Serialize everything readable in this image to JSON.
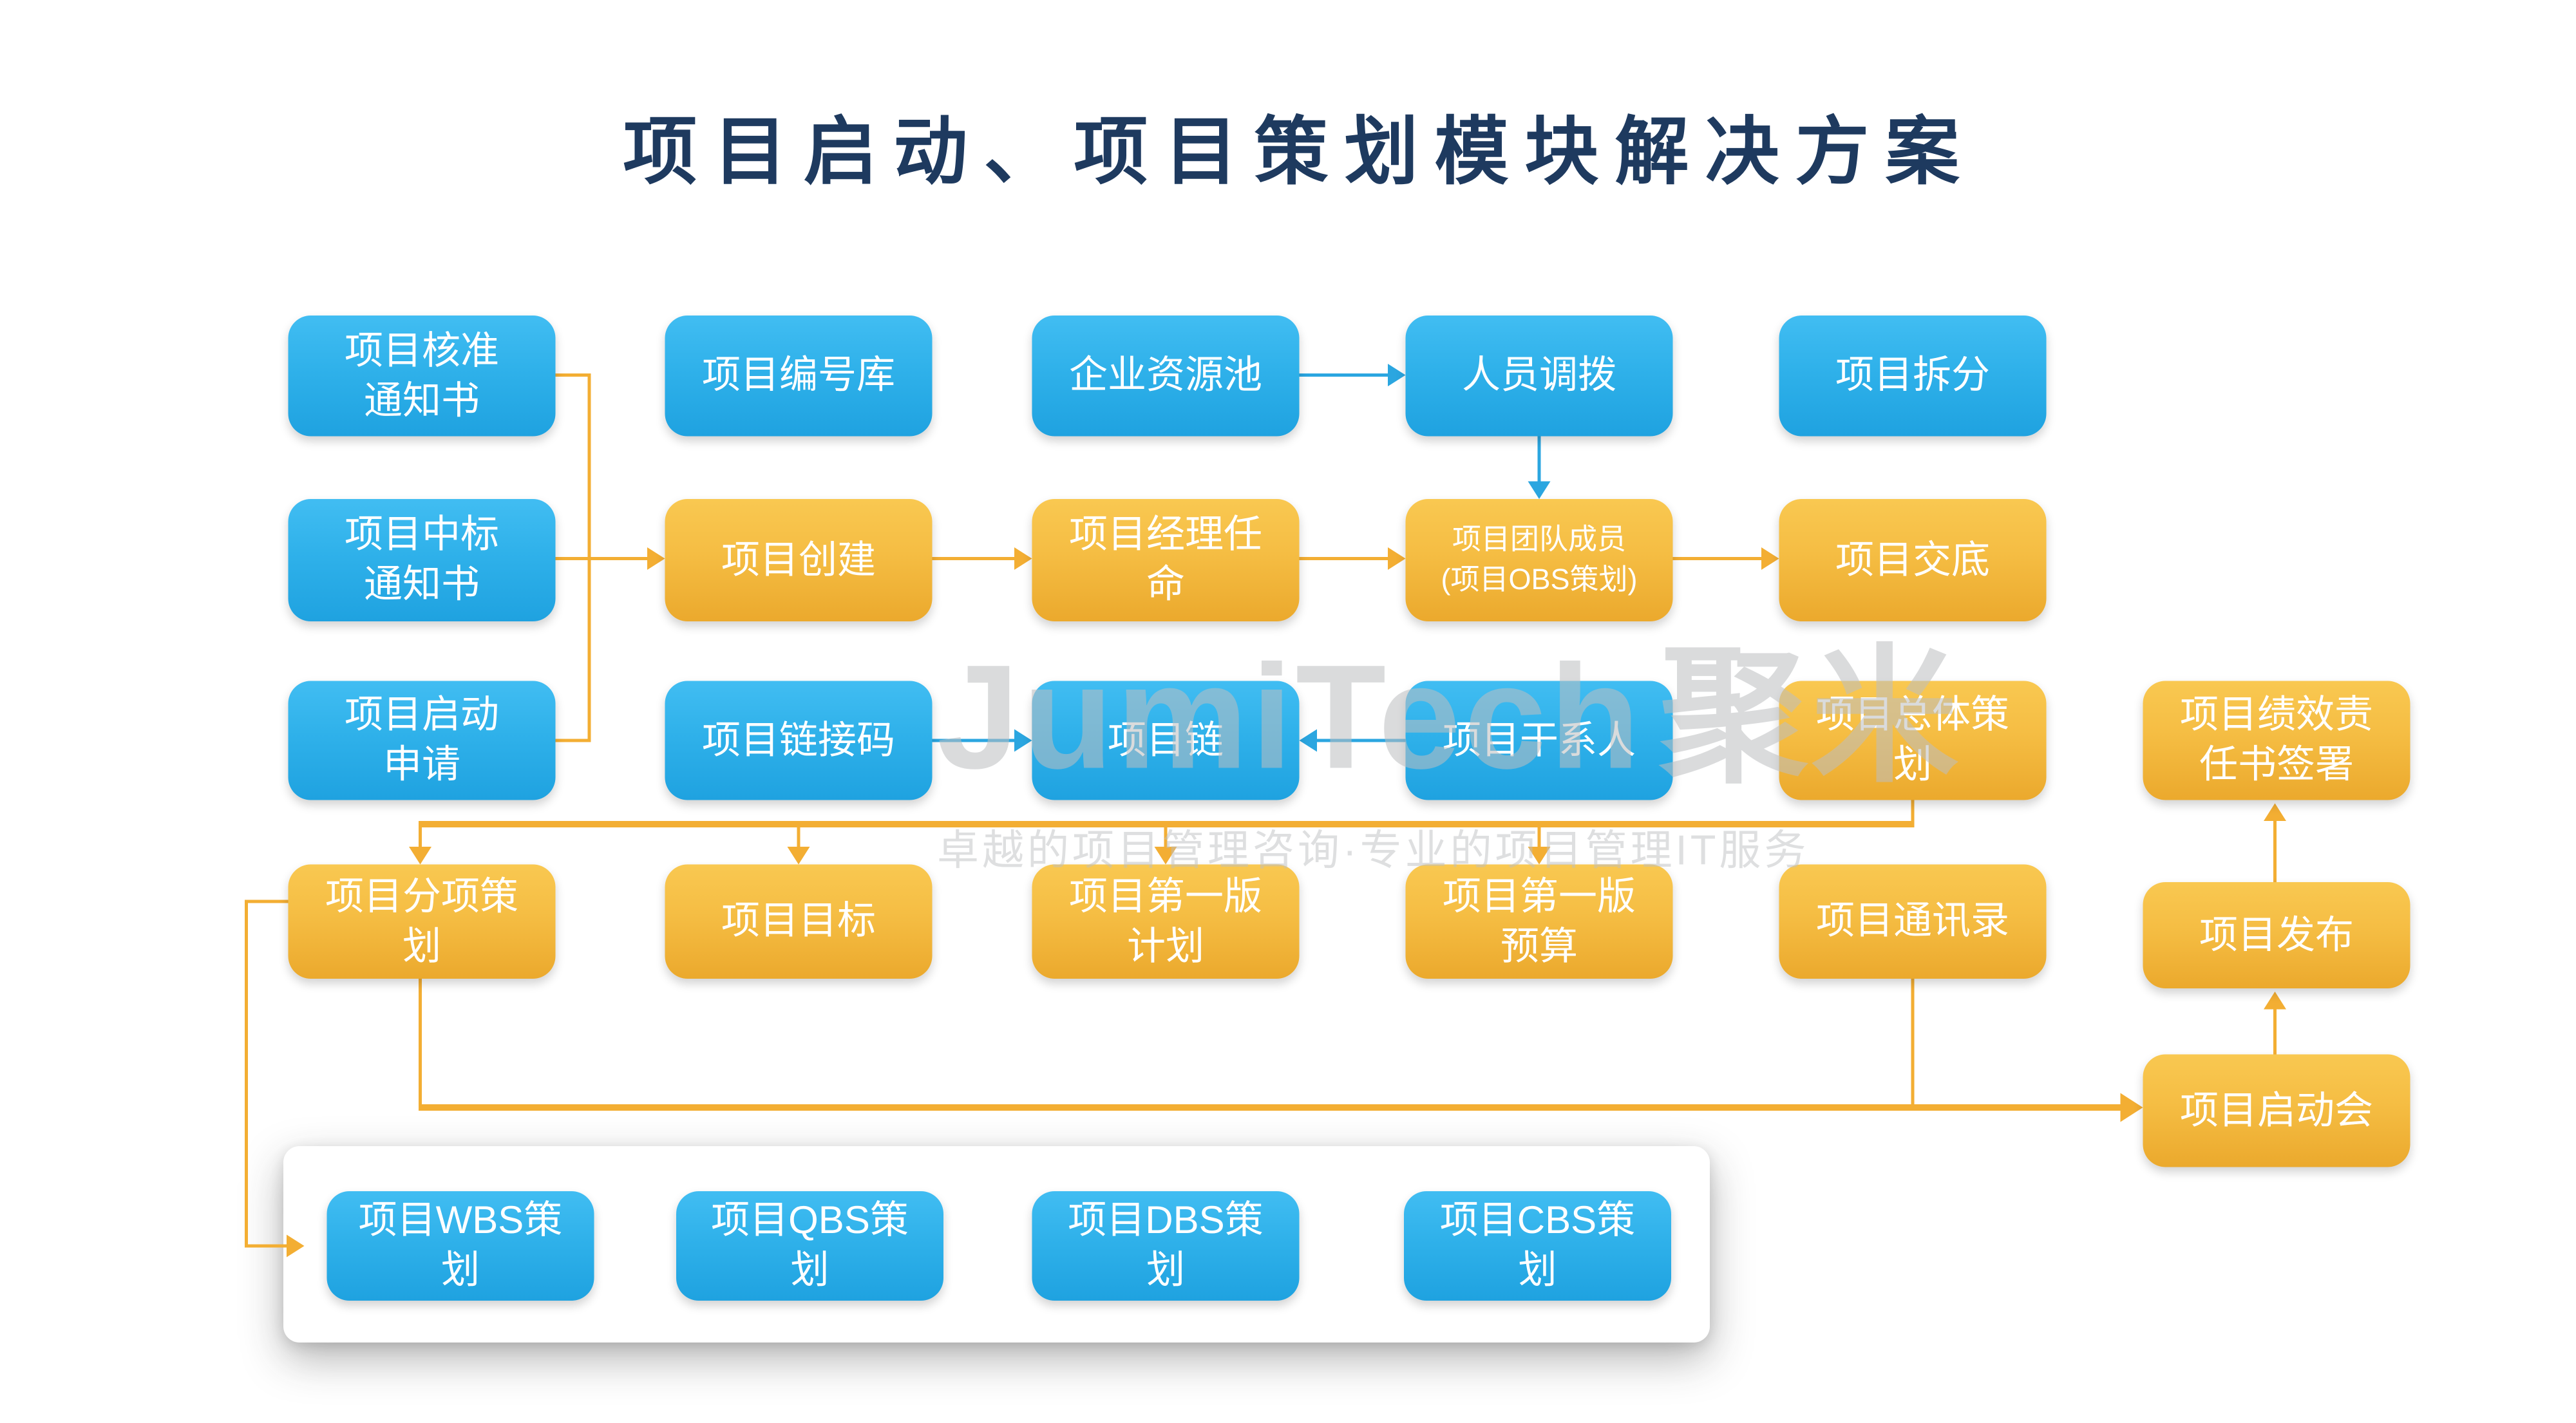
{
  "title": "项目启动、项目策划模块解决方案",
  "watermark": {
    "brand": "JumiTech",
    "brand_cn": "聚米",
    "tagline": "卓越的项目管理咨询·专业的项目管理IT服务"
  },
  "colors": {
    "title": "#1e3a5f",
    "blue_box_top": "#41bdf2",
    "blue_box_bottom": "#1fa2e0",
    "orange_box_top": "#f9c851",
    "orange_box_bottom": "#eba92d",
    "orange_connector": "#f3ae33",
    "blue_connector": "#2ba6e0",
    "watermark_gray": "#bdbfc1",
    "background": "#ffffff"
  },
  "nodes": {
    "approval_notice": {
      "label": "项目核准\n通知书",
      "color": "blue"
    },
    "number_library": {
      "label": "项目编号库",
      "color": "blue"
    },
    "resource_pool": {
      "label": "企业资源池",
      "color": "blue"
    },
    "staff_allocation": {
      "label": "人员调拨",
      "color": "blue"
    },
    "project_split": {
      "label": "项目拆分",
      "color": "blue"
    },
    "bid_win_notice": {
      "label": "项目中标\n通知书",
      "color": "blue"
    },
    "project_create": {
      "label": "项目创建",
      "color": "orange"
    },
    "pm_appointment": {
      "label": "项目经理任\n命",
      "color": "orange"
    },
    "team_members": {
      "label": "项目团队成员\n(项目OBS策划)",
      "color": "orange"
    },
    "project_briefing": {
      "label": "项目交底",
      "color": "orange"
    },
    "startup_application": {
      "label": "项目启动\n申请",
      "color": "blue"
    },
    "link_code": {
      "label": "项目链接码",
      "color": "blue"
    },
    "project_chain": {
      "label": "项目链",
      "color": "blue"
    },
    "stakeholders": {
      "label": "项目干系人",
      "color": "blue"
    },
    "overall_planning": {
      "label": "项目总体策\n划",
      "color": "orange"
    },
    "performance_signing": {
      "label": "项目绩效责\n任书签署",
      "color": "orange"
    },
    "sub_planning": {
      "label": "项目分项策\n划",
      "color": "orange"
    },
    "objectives": {
      "label": "项目目标",
      "color": "orange"
    },
    "first_plan": {
      "label": "项目第一版\n计划",
      "color": "orange"
    },
    "first_budget": {
      "label": "项目第一版\n预算",
      "color": "orange"
    },
    "directory": {
      "label": "项目通讯录",
      "color": "orange"
    },
    "release": {
      "label": "项目发布",
      "color": "orange"
    },
    "kickoff": {
      "label": "项目启动会",
      "color": "orange"
    },
    "wbs_planning": {
      "label": "项目WBS策\n划",
      "color": "blue"
    },
    "qbs_planning": {
      "label": "项目QBS策\n划",
      "color": "blue"
    },
    "dbs_planning": {
      "label": "项目DBS策\n划",
      "color": "blue"
    },
    "cbs_planning": {
      "label": "项目CBS策\n划",
      "color": "blue"
    }
  }
}
